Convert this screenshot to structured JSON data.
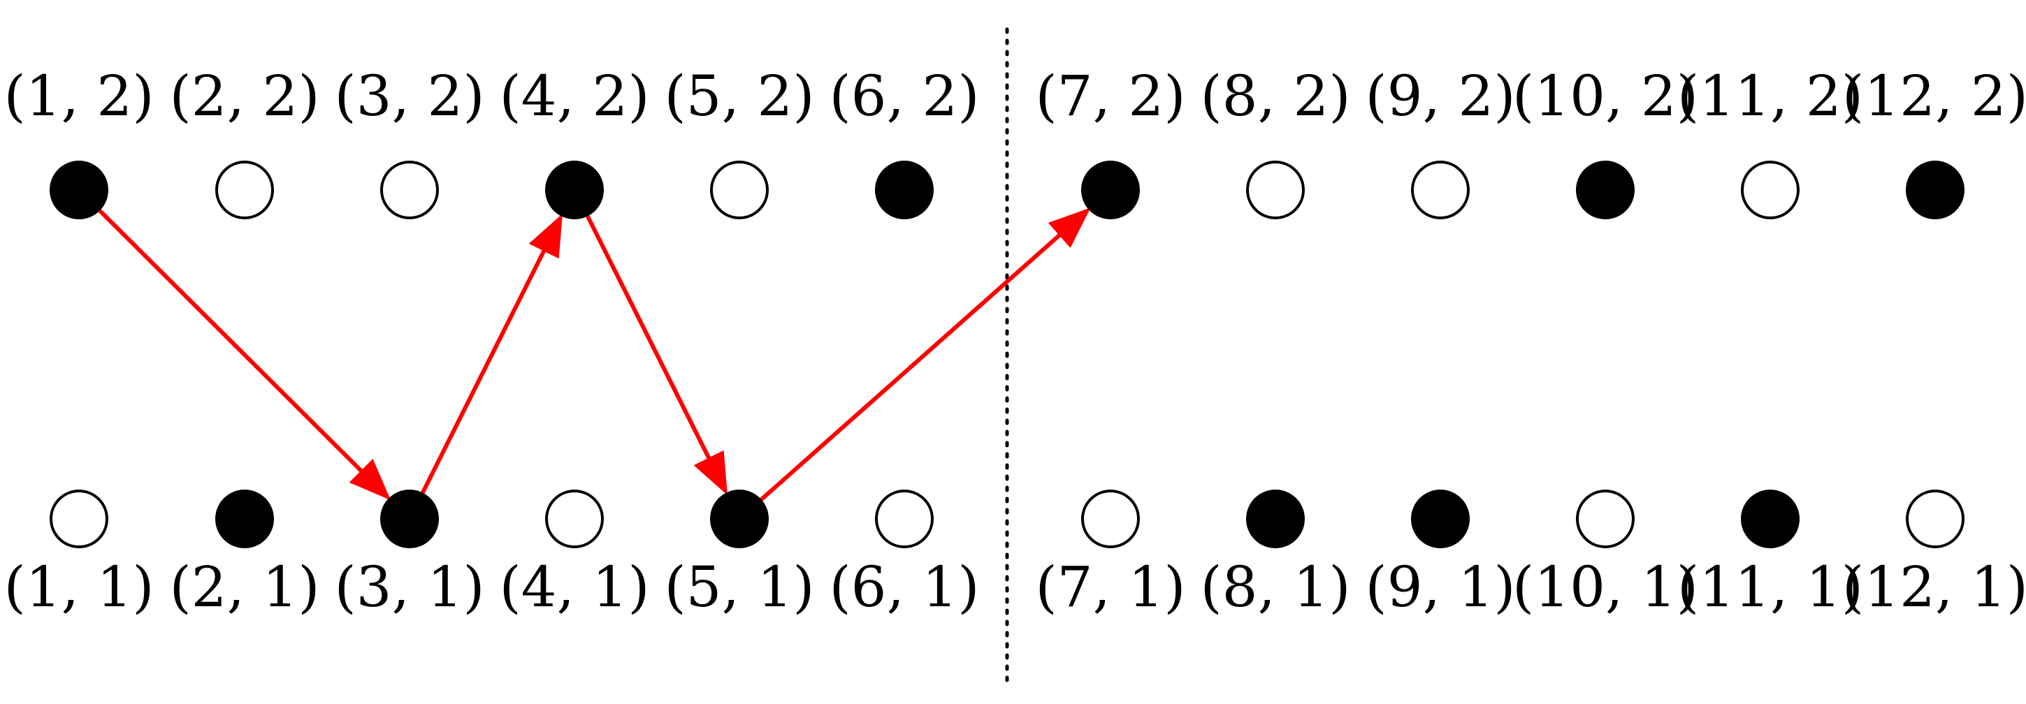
{
  "diagram": {
    "columns": 12,
    "rows": [
      2,
      1
    ],
    "nodes": [
      {
        "label": "(1, 2)",
        "col": 1,
        "row": 2,
        "filled": true
      },
      {
        "label": "(2, 2)",
        "col": 2,
        "row": 2,
        "filled": false
      },
      {
        "label": "(3, 2)",
        "col": 3,
        "row": 2,
        "filled": false
      },
      {
        "label": "(4, 2)",
        "col": 4,
        "row": 2,
        "filled": true
      },
      {
        "label": "(5, 2)",
        "col": 5,
        "row": 2,
        "filled": false
      },
      {
        "label": "(6, 2)",
        "col": 6,
        "row": 2,
        "filled": true
      },
      {
        "label": "(7, 2)",
        "col": 7,
        "row": 2,
        "filled": true
      },
      {
        "label": "(8, 2)",
        "col": 8,
        "row": 2,
        "filled": false
      },
      {
        "label": "(9, 2)",
        "col": 9,
        "row": 2,
        "filled": false
      },
      {
        "label": "(10, 2)",
        "col": 10,
        "row": 2,
        "filled": true
      },
      {
        "label": "(11, 2)",
        "col": 11,
        "row": 2,
        "filled": false
      },
      {
        "label": "(12, 2)",
        "col": 12,
        "row": 2,
        "filled": true
      },
      {
        "label": "(1, 1)",
        "col": 1,
        "row": 1,
        "filled": false
      },
      {
        "label": "(2, 1)",
        "col": 2,
        "row": 1,
        "filled": true
      },
      {
        "label": "(3, 1)",
        "col": 3,
        "row": 1,
        "filled": true
      },
      {
        "label": "(4, 1)",
        "col": 4,
        "row": 1,
        "filled": false
      },
      {
        "label": "(5, 1)",
        "col": 5,
        "row": 1,
        "filled": true
      },
      {
        "label": "(6, 1)",
        "col": 6,
        "row": 1,
        "filled": false
      },
      {
        "label": "(7, 1)",
        "col": 7,
        "row": 1,
        "filled": false
      },
      {
        "label": "(8, 1)",
        "col": 8,
        "row": 1,
        "filled": true
      },
      {
        "label": "(9, 1)",
        "col": 9,
        "row": 1,
        "filled": true
      },
      {
        "label": "(10, 1)",
        "col": 10,
        "row": 1,
        "filled": false
      },
      {
        "label": "(11, 1)",
        "col": 11,
        "row": 1,
        "filled": true
      },
      {
        "label": "(12, 1)",
        "col": 12,
        "row": 1,
        "filled": false
      }
    ],
    "path": [
      {
        "from": "(1, 2)",
        "to": "(3, 1)"
      },
      {
        "from": "(3, 1)",
        "to": "(4, 2)"
      },
      {
        "from": "(4, 2)",
        "to": "(5, 1)"
      },
      {
        "from": "(5, 1)",
        "to": "(7, 2)"
      }
    ],
    "divider": {
      "after_col": 6,
      "style": "dotted"
    },
    "colors": {
      "node_filled": "#000000",
      "node_empty": "#ffffff",
      "node_stroke": "#000000",
      "arrow": "#ff0000",
      "divider": "#000000"
    }
  }
}
